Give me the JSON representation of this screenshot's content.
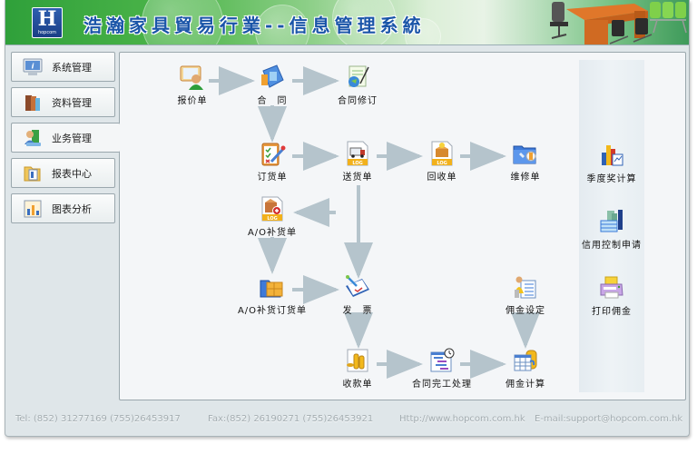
{
  "header": {
    "logo_letter": "H",
    "logo_sub": "hopcom",
    "title": "浩瀚家具貿易行業--信息管理系統"
  },
  "sidebar": {
    "items": [
      {
        "label": "系统管理",
        "icon": "info-monitor-icon",
        "active": false
      },
      {
        "label": "资料管理",
        "icon": "books-icon",
        "active": false
      },
      {
        "label": "业务管理",
        "icon": "users-icon",
        "active": true
      },
      {
        "label": "报表中心",
        "icon": "folder-report-icon",
        "active": false
      },
      {
        "label": "图表分析",
        "icon": "chart-icon",
        "active": false
      }
    ]
  },
  "workflow": {
    "nodes": {
      "quotation": {
        "label": "报价单",
        "icon": "quotation-icon"
      },
      "contract": {
        "label": "合　同",
        "icon": "contract-icon"
      },
      "contract_revision": {
        "label": "合同修订",
        "icon": "contract-revision-icon"
      },
      "purchase_order": {
        "label": "订货单",
        "icon": "clipboard-order-icon"
      },
      "delivery_note": {
        "label": "送货单",
        "icon": "delivery-truck-icon"
      },
      "return_note": {
        "label": "回收单",
        "icon": "recycle-box-icon"
      },
      "repair_note": {
        "label": "维修单",
        "icon": "repair-folder-icon"
      },
      "ao_restock": {
        "label": "A/O补货单",
        "icon": "restock-box-icon"
      },
      "ao_restock_order": {
        "label": "A/O补货订货单",
        "icon": "restock-order-icon"
      },
      "invoice": {
        "label": "发　票",
        "icon": "invoice-icon"
      },
      "commission_setting": {
        "label": "佣金设定",
        "icon": "commission-setting-icon"
      },
      "receipt": {
        "label": "收款单",
        "icon": "receipt-coins-icon"
      },
      "contract_completion": {
        "label": "合同完工处理",
        "icon": "gantt-clock-icon"
      },
      "commission_calc": {
        "label": "佣金计算",
        "icon": "commission-calc-icon"
      }
    },
    "side_actions": [
      {
        "label": "季度奖计算",
        "icon": "bar-chart-icon"
      },
      {
        "label": "信用控制申请",
        "icon": "credit-building-icon"
      },
      {
        "label": "打印佣金",
        "icon": "printer-icon"
      }
    ]
  },
  "footer": {
    "tel": "Tel: (852) 31277169 (755)26453917",
    "fax": "Fax:(852) 26190271 (755)26453921",
    "web": "Http://www.hopcom.com.hk",
    "email": "E-mail:support@hopcom.com.hk"
  }
}
